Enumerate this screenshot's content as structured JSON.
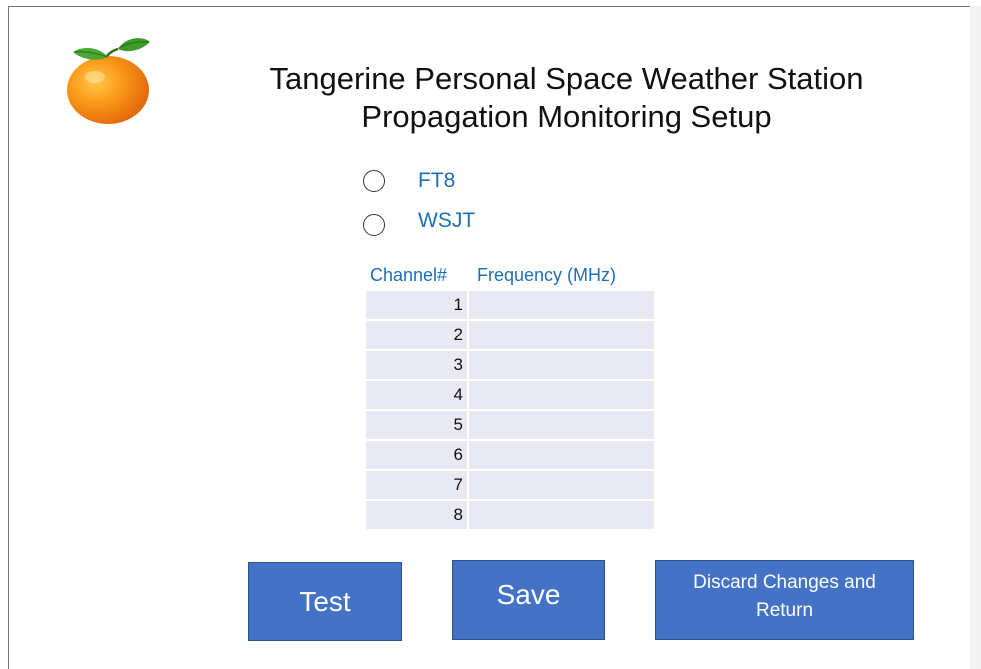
{
  "header": {
    "title_line1": "Tangerine Personal Space Weather Station",
    "title_line2": "Propagation Monitoring Setup",
    "logo_icon": "tangerine-logo-icon"
  },
  "mode_options": [
    {
      "label": "FT8",
      "selected": false
    },
    {
      "label": "WSJT",
      "selected": false
    }
  ],
  "channel_table": {
    "headers": {
      "channel": "Channel#",
      "frequency": "Frequency (MHz)"
    },
    "rows": [
      {
        "channel": "1",
        "frequency": ""
      },
      {
        "channel": "2",
        "frequency": ""
      },
      {
        "channel": "3",
        "frequency": ""
      },
      {
        "channel": "4",
        "frequency": ""
      },
      {
        "channel": "5",
        "frequency": ""
      },
      {
        "channel": "6",
        "frequency": ""
      },
      {
        "channel": "7",
        "frequency": ""
      },
      {
        "channel": "8",
        "frequency": ""
      }
    ]
  },
  "buttons": {
    "test": "Test",
    "save": "Save",
    "discard": "Discard Changes and Return"
  },
  "colors": {
    "accent_text": "#1e6fb3",
    "button_fill": "#4472c4",
    "table_cell": "#e8e9f2"
  }
}
